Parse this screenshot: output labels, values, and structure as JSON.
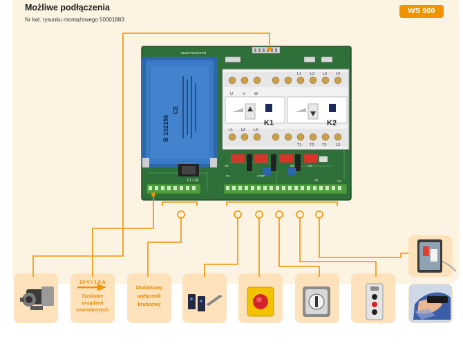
{
  "header": {
    "title": "Możliwe podłączenia",
    "subtitle": "Nr kat. rysunku montażowego 50001883",
    "badge": "WS 900"
  },
  "board": {
    "brand": "ELEKTROMATEN",
    "transformer_code": "B 102156",
    "fuse_label": "F1 / 1A",
    "contactor_k1": "K1",
    "contactor_k2": "K2",
    "k1_top_terminals": [
      "U",
      "V",
      "W"
    ],
    "k1_bottom_terminals": [
      "L1",
      "L2",
      "L3"
    ],
    "k2_top_terminals": [
      "L1",
      "L2",
      "L3",
      "14"
    ],
    "k2_bottom_terminals": [
      "T1",
      "T2",
      "T3",
      "13"
    ],
    "jumper_x5": "X5",
    "jumper_x4": "X4",
    "jumper_x3": "X3",
    "jumper_x2": "X2",
    "jumper_x1": "X1",
    "label_stop": "STOP",
    "label_p1": "P1"
  },
  "tiles": [
    {
      "id": "motor",
      "icon": "gear-motor-icon"
    },
    {
      "id": "power",
      "lines": [
        "24 V / 1,0 A",
        "Zasilanie",
        "urządzeń",
        "zewnętrznych"
      ],
      "icon": "arrow-right-icon"
    },
    {
      "id": "limit",
      "lines": [
        "Dodatkowy",
        "wyłącznik",
        "krańcowy"
      ]
    },
    {
      "id": "photocell",
      "icon": "photocell-icon"
    },
    {
      "id": "emergency",
      "icon": "emergency-stop-icon"
    },
    {
      "id": "keyswitch",
      "icon": "key-switch-icon"
    },
    {
      "id": "pushbutton",
      "icon": "push-button-station-icon"
    },
    {
      "id": "controlbox",
      "icon": "control-box-icon"
    },
    {
      "id": "hand",
      "icon": "hand-held-transmitter-icon"
    }
  ],
  "colors": {
    "accent": "#f19200",
    "panel_bg": "#fdf3e2",
    "tile_bg": "#fde2bb",
    "pcb": "#2f6f3a",
    "transformer": "#2f6fb6"
  }
}
